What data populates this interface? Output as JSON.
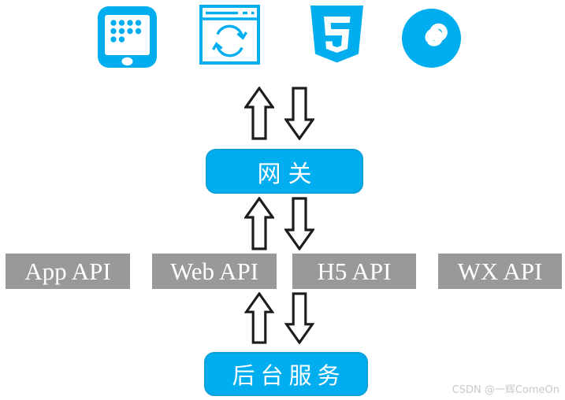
{
  "colors": {
    "brand_blue": "#00AEEF",
    "api_box_gray": "#999999",
    "node_text_white": "#FFFFFF",
    "arrow_outline_black": "#1C1C1C",
    "arrow_fill_white": "#FFFFFF",
    "watermark_gray": "#C9C9C9"
  },
  "client_icons": [
    {
      "name": "mobile-app-icon"
    },
    {
      "name": "browser-sync-icon"
    },
    {
      "name": "html5-icon"
    },
    {
      "name": "mini-program-icon"
    }
  ],
  "gateway": {
    "label": "网关"
  },
  "api_boxes": [
    {
      "label": "App API"
    },
    {
      "label": "Web API"
    },
    {
      "label": "H5 API"
    },
    {
      "label": "WX API"
    }
  ],
  "backend": {
    "label": "后台服务"
  },
  "arrows": {
    "pairs": [
      {
        "between": "clients-gateway",
        "directions": [
          "up",
          "down"
        ]
      },
      {
        "between": "gateway-apis",
        "directions": [
          "up",
          "down"
        ]
      },
      {
        "between": "apis-backend",
        "directions": [
          "up",
          "down"
        ]
      }
    ]
  },
  "watermark": {
    "text": "CSDN @一辉ComeOn"
  }
}
